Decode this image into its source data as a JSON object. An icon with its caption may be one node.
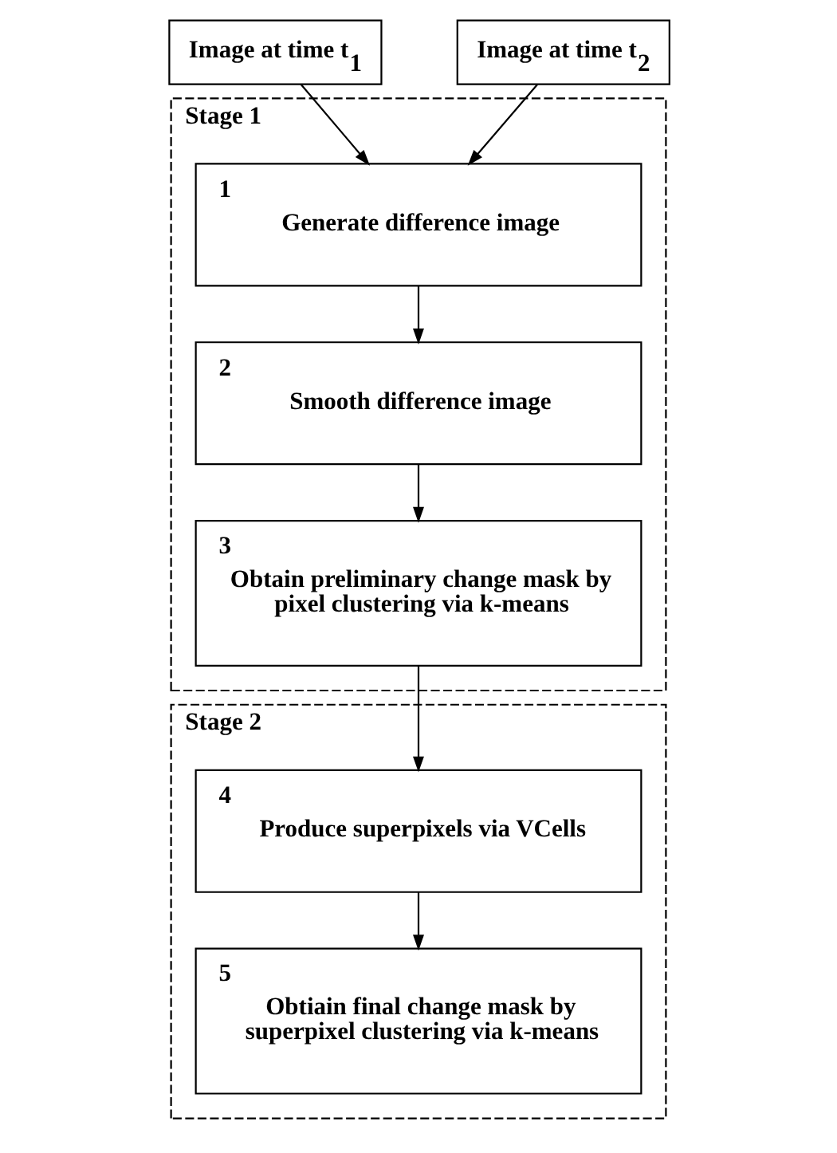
{
  "diagram": {
    "nodes": [
      {
        "text": [
          "Image at time t$_{1}$"
        ]
      },
      {
        "text": [
          "Image at time t$_{2}$"
        ]
      },
      {
        "text": [
          "Stage 1"
        ]
      },
      {
        "text": [
          "1",
          "Generate difference image"
        ],
        "in": 2
      },
      {
        "text": [
          "2",
          "Smooth difference image"
        ],
        "in": 2
      },
      {
        "text": [
          "3",
          "Obtain preliminary change mask by pixel clustering via k-means"
        ],
        "in": 2
      },
      {
        "text": [
          "Stage 2"
        ]
      },
      {
        "text": [
          "4",
          "Produce superpixels via VCells"
        ],
        "in": 6
      },
      {
        "text": [
          "5",
          "Obtiain final change mask by superpixel clustering via k-means"
        ],
        "in": 6
      }
    ],
    "edges": [
      {
        "from": 0,
        "to": 3,
        "arrow": "to"
      },
      {
        "from": 1,
        "to": 3,
        "arrow": "to"
      },
      {
        "from": 3,
        "to": 4,
        "arrow": "to"
      },
      {
        "from": 4,
        "to": 5,
        "arrow": "to"
      },
      {
        "from": 5,
        "to": 7,
        "arrow": "to"
      },
      {
        "from": 7,
        "to": 8,
        "arrow": "to"
      }
    ]
  }
}
